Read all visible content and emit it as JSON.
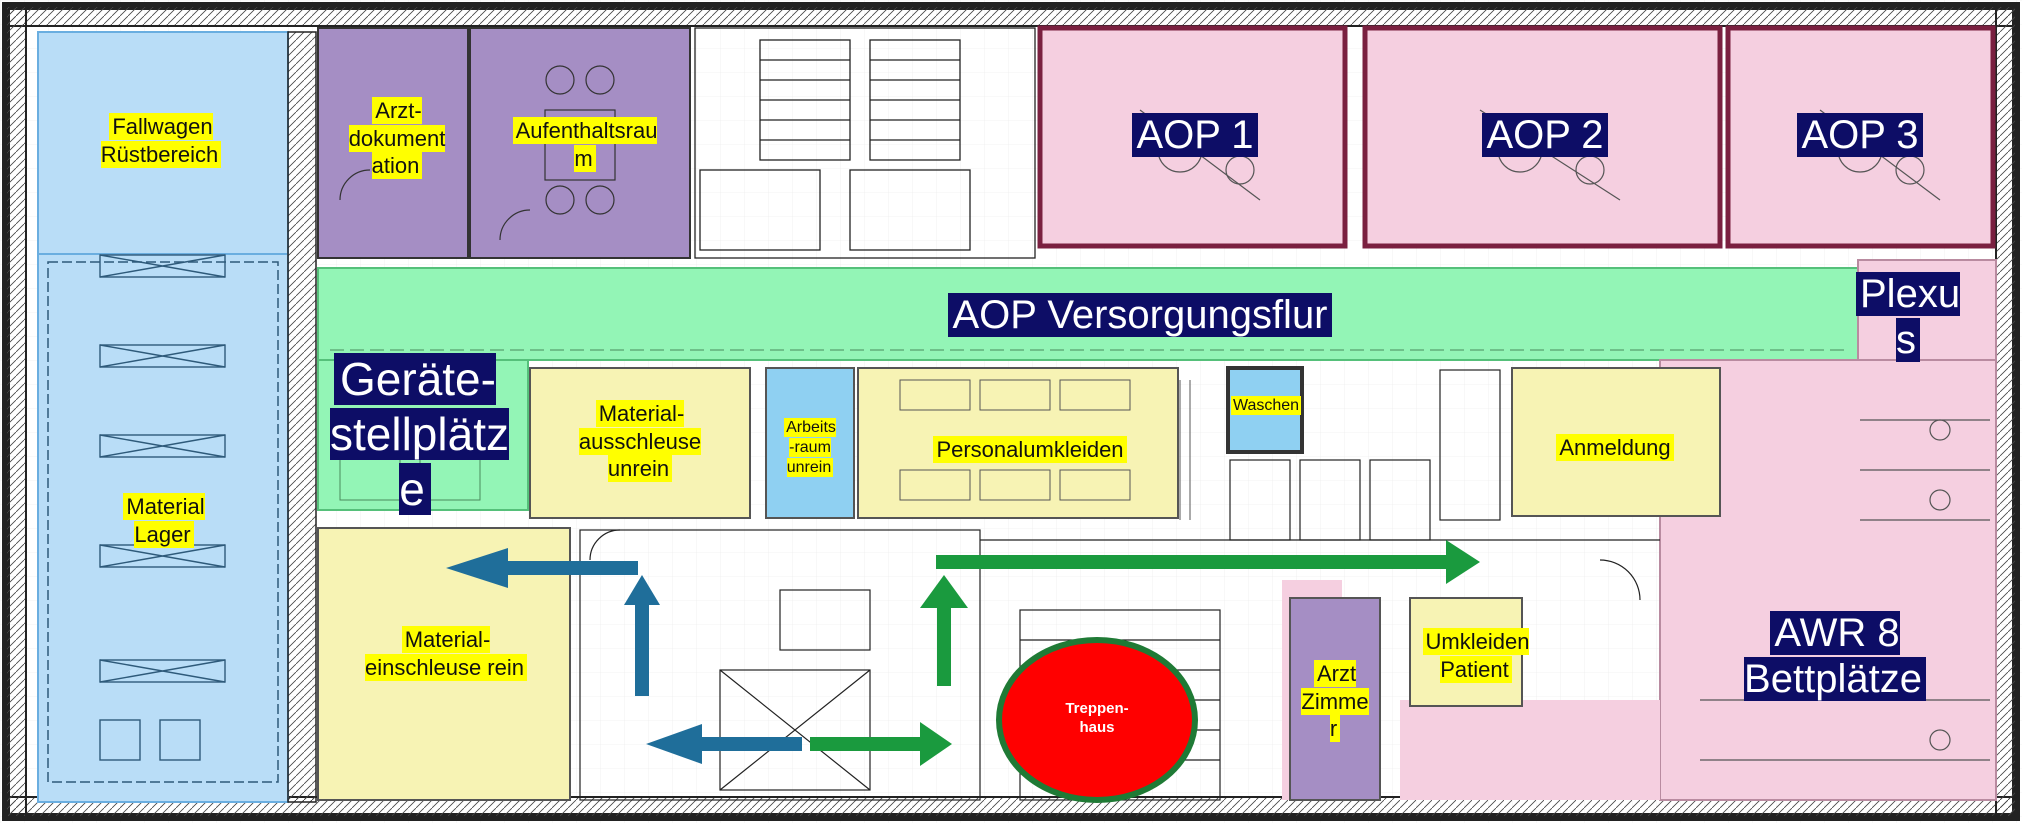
{
  "rooms": {
    "fallwagen": "Fallwagen\nRüstbereich",
    "material_lager": "Material\nLager",
    "arzt_dokumentation": "Arzt-\ndokument\nation",
    "aufenthaltsraum": "Aufenthaltsrau\nm",
    "aop1": "AOP 1",
    "aop2": "AOP 2",
    "aop3": "AOP 3",
    "versorgungsflur": "AOP Versorgungsflur",
    "plexus": "Plexu\ns",
    "geraetestellplaetze": "Geräte-\nstellplätz\ne",
    "materialausschleuse": "Material-\nausschleuse\nunrein",
    "arbeitsraum": "Arbeits\n-raum\nunrein",
    "personalumkleiden": "Personalumkleiden",
    "waschen": "Waschen",
    "anmeldung": "Anmeldung",
    "materialeinschleuse": "Material-\neinschleuse rein",
    "treppenhaus": "Treppen-\nhaus",
    "arzt_zimmer": "Arzt\nZimme\nr",
    "umkleiden_patient": "Umkleiden\nPatient",
    "awr": "AWR 8\nBettplätze"
  },
  "colors": {
    "blue_zone": "#b9ddf7",
    "purple_zone": "#a58ec4",
    "pink_zone": "#f5cfe0",
    "green_corridor": "#93f5b6",
    "yellow_zone": "#f7f3b4",
    "light_blue_zone": "#8fd0f2",
    "stair_red": "#ff0000",
    "stair_border": "#1f7a35",
    "arrow_blue": "#1f6e9a",
    "arrow_green": "#1a9a3e",
    "aop_border": "#7a2040",
    "label_navy": "#0d0d66",
    "label_yellow": "#ffff00"
  }
}
